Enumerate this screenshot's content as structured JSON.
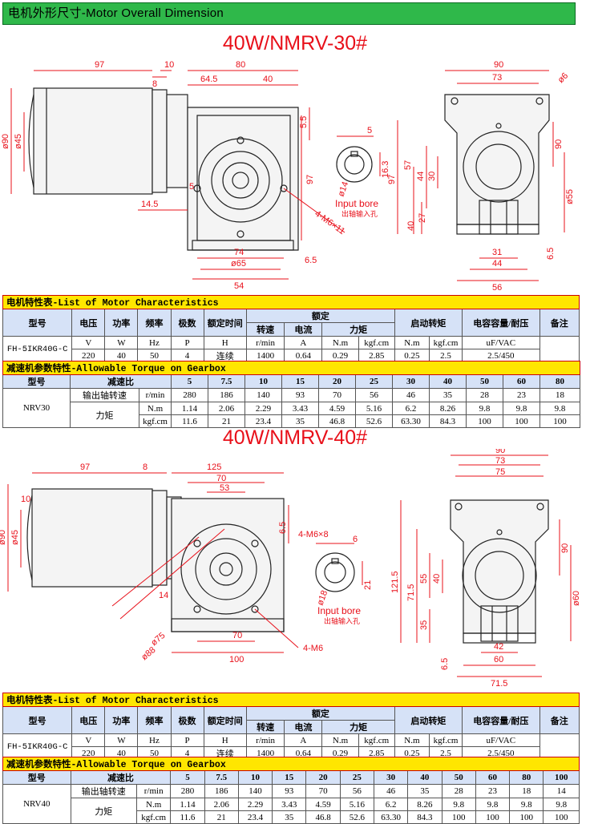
{
  "banner": "电机外形尺寸-Motor Overall Dimension",
  "s1": {
    "title": "40W/NMRV-30#",
    "side_dims": [
      "97",
      "8",
      "10",
      "64.5",
      "80",
      "40",
      "ø90",
      "ø45",
      "14.5",
      "5.5",
      "97",
      "74",
      "5",
      "ø65",
      "54",
      "6.5",
      "4-M6×11"
    ],
    "bore": {
      "d1": "5",
      "d2": "ø14",
      "d3": "16.3",
      "label": "Input bore",
      "label_cn": "出轴输入孔"
    },
    "end_dims": [
      "90",
      "73",
      "ø6",
      "97",
      "57",
      "44",
      "30",
      "27",
      "40",
      "ø55",
      "31",
      "44",
      "56",
      "6.5"
    ]
  },
  "s2": {
    "title": "40W/NMRV-40#",
    "side_dims": [
      "97",
      "8",
      "125",
      "70",
      "53",
      "10",
      "ø90",
      "ø45",
      "14",
      "6.5",
      "4-M6×8",
      "ø75",
      "ø88",
      "70",
      "100",
      "4-M6"
    ],
    "bore": {
      "d1": "6",
      "d2": "ø18",
      "d3": "21",
      "label": "Input bore",
      "label_cn": "出轴输入孔"
    },
    "end_dims": [
      "90",
      "73",
      "75",
      "71.5",
      "55",
      "40",
      "35",
      "121.5",
      "90",
      "ø60",
      "42",
      "6.5",
      "60",
      "71.5"
    ]
  },
  "motor_table": {
    "section_title": "电机特性表-List of Motor Characteristics",
    "head1": [
      "型号",
      "电压",
      "功率",
      "频率",
      "极数",
      "额定时间",
      "额定",
      "启动转矩",
      "电容容量/耐压",
      "备注"
    ],
    "head2": [
      "转速",
      "电流",
      "力矩"
    ],
    "units": [
      "V",
      "W",
      "Hz",
      "P",
      "H",
      "r/min",
      "A",
      "N.m",
      "kgf.cm",
      "N.m",
      "kgf.cm",
      "uF/VAC"
    ],
    "model": "FH-5IKR40G-C",
    "values": [
      "220",
      "40",
      "50",
      "4",
      "连续",
      "1400",
      "0.64",
      "0.29",
      "2.85",
      "0.25",
      "2.5",
      "2.5/450"
    ]
  },
  "gear_table": {
    "section_title": "减速机参数特性-Allowable Torque on Gearbox",
    "head_label": "型号",
    "ratio_label": "减速比",
    "ratios": [
      "5",
      "7.5",
      "10",
      "15",
      "20",
      "25",
      "30",
      "40",
      "50",
      "60",
      "80"
    ],
    "speed_label": "输出轴转速",
    "speed_unit": "r/min",
    "speeds": [
      "280",
      "186",
      "140",
      "93",
      "70",
      "56",
      "46",
      "35",
      "28",
      "23",
      "18"
    ],
    "torque_label": "力矩",
    "nm_unit": "N.m",
    "nm": [
      "1.14",
      "2.06",
      "2.29",
      "3.43",
      "4.59",
      "5.16",
      "6.2",
      "8.26",
      "9.8",
      "9.8",
      "9.8"
    ],
    "kgf_unit": "kgf.cm",
    "kgf": [
      "11.6",
      "21",
      "23.4",
      "35",
      "46.8",
      "52.6",
      "63.30",
      "84.3",
      "100",
      "100",
      "100"
    ],
    "model": "NRV30"
  },
  "motor_table2": {
    "model": "FH-5IKR40G-C",
    "values": [
      "220",
      "40",
      "50",
      "4",
      "连续",
      "1400",
      "0.64",
      "0.29",
      "2.85",
      "0.25",
      "2.5",
      "2.5/450"
    ]
  },
  "gear_table2": {
    "ratios": [
      "5",
      "7.5",
      "10",
      "15",
      "20",
      "25",
      "30",
      "40",
      "50",
      "60",
      "80",
      "100"
    ],
    "speeds": [
      "280",
      "186",
      "140",
      "93",
      "70",
      "56",
      "46",
      "35",
      "28",
      "23",
      "18",
      "14"
    ],
    "nm": [
      "1.14",
      "2.06",
      "2.29",
      "3.43",
      "4.59",
      "5.16",
      "6.2",
      "8.26",
      "9.8",
      "9.8",
      "9.8",
      "9.8"
    ],
    "kgf": [
      "11.6",
      "21",
      "23.4",
      "35",
      "46.8",
      "52.6",
      "63.30",
      "84.3",
      "100",
      "100",
      "100",
      "100"
    ],
    "model": "NRV40"
  }
}
